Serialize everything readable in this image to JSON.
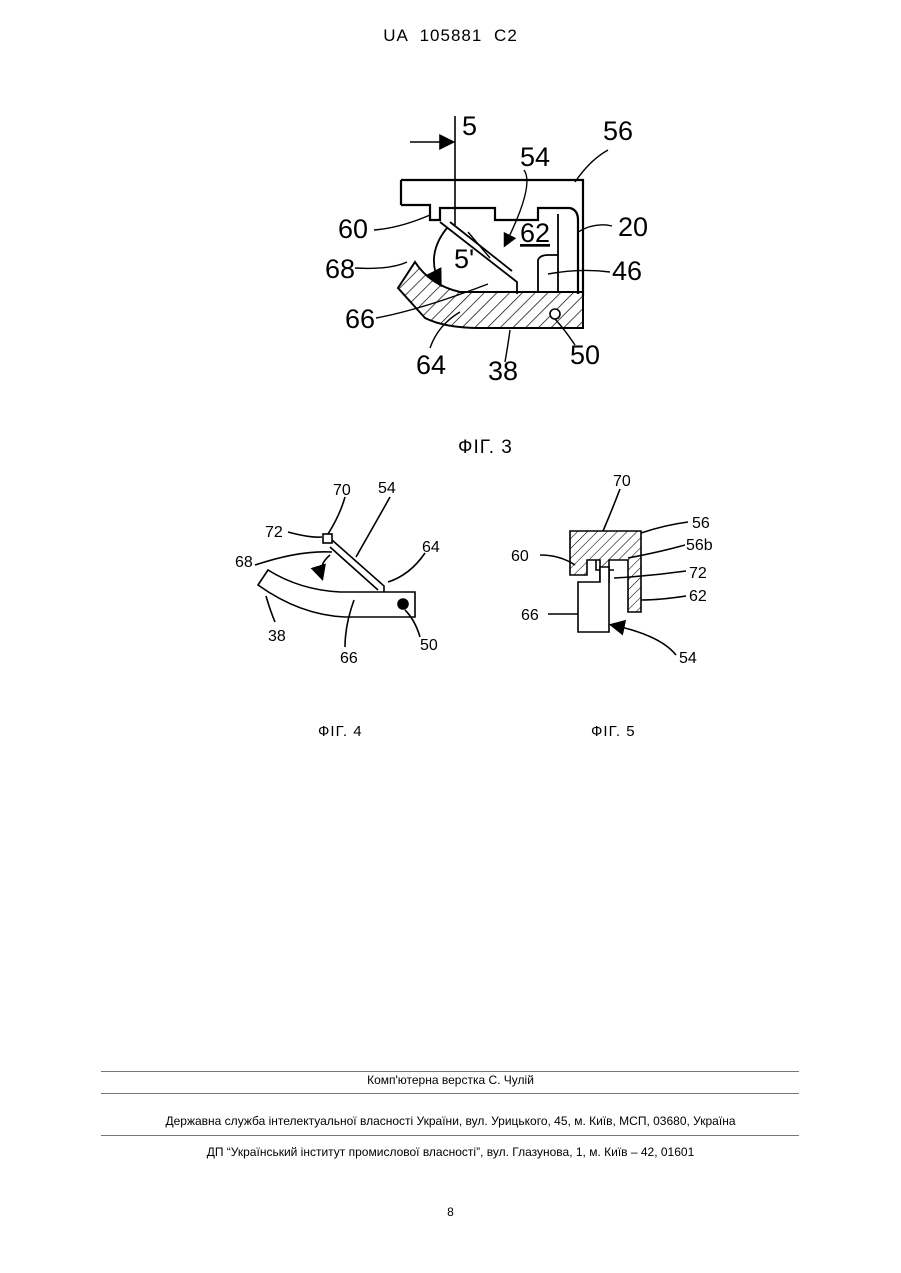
{
  "header": {
    "text": "UA   105881   C2"
  },
  "fig3": {
    "caption": "ФІГ. 3",
    "labels": {
      "l5": "5",
      "l56": "56",
      "l54": "54",
      "l60": "60",
      "l62": "62",
      "l20": "20",
      "l68": "68",
      "l5p": "5'",
      "l46": "46",
      "l66": "66",
      "l64": "64",
      "l38": "38",
      "l50": "50"
    }
  },
  "fig4": {
    "caption": "ФІГ. 4",
    "labels": {
      "l70": "70",
      "l54": "54",
      "l72": "72",
      "l64": "64",
      "l68": "68",
      "l38": "38",
      "l66": "66",
      "l50": "50"
    }
  },
  "fig5": {
    "caption": "ФІГ. 5",
    "labels": {
      "l70": "70",
      "l56": "56",
      "l60": "60",
      "l56b": "56b",
      "l72": "72",
      "l62": "62",
      "l66": "66",
      "l54": "54"
    }
  },
  "footer": {
    "layout": "Комп'ютерна верстка С. Чулій",
    "office": "Державна служба інтелектуальної власності України, вул. Урицького, 45, м. Київ, МСП, 03680, Україна",
    "institute": "ДП “Український інститут промислової власності”, вул. Глазунова, 1, м. Київ – 42, 01601"
  },
  "page_number": "8"
}
